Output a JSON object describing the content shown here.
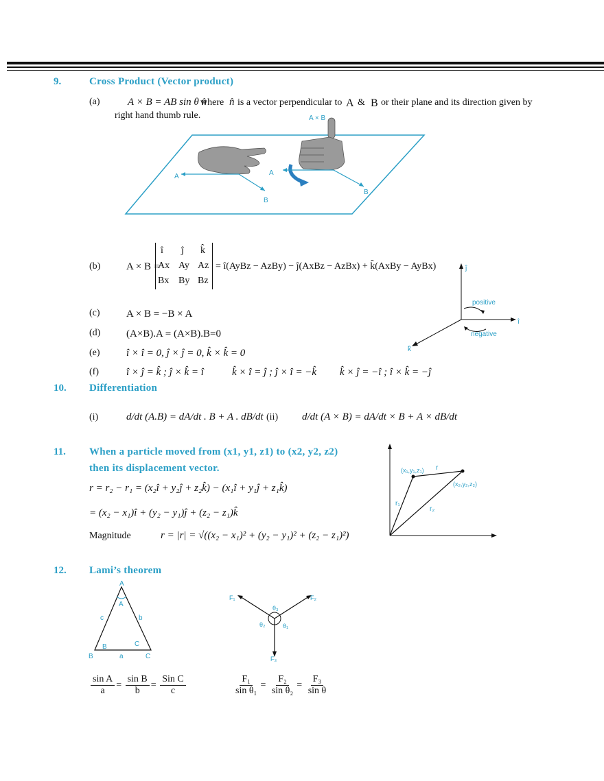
{
  "sections": {
    "s9": {
      "num": "9.",
      "title": "Cross Product (Vector product)"
    },
    "s10": {
      "num": "10.",
      "title": "Differentiation"
    },
    "s11": {
      "num": "11.",
      "title_line1": "When a particle moved from (x1, y1, z1) to (x2, y2, z2)",
      "title_line2": "then its displacement vector."
    },
    "s12": {
      "num": "12.",
      "title": "Lami’s theorem"
    }
  },
  "s9": {
    "a": {
      "label": "(a)",
      "formula": "A × B = AB sin θ n̂",
      "text1": "where",
      "nhat": "n̂",
      "text2": "is a vector perpendicular to",
      "A": "A",
      "amp": "&",
      "B": "B",
      "text3": "or their plane and its direction given by",
      "text4": "right hand thumb rule."
    },
    "fig": {
      "axb": "A × B",
      "A1": "A",
      "B1": "B",
      "A2": "A",
      "B2": "B"
    },
    "b": {
      "label": "(b)",
      "lhs": "A × B =",
      "row1": [
        "î",
        "ĵ",
        "k̂"
      ],
      "row2": [
        "Ax",
        "Ay",
        "Az"
      ],
      "row3": [
        "Bx",
        "By",
        "Bz"
      ],
      "rhs": "= î(AyBz − AzBy) − ĵ(AxBz − AzBx) + k̂(AxBy − AyBx)"
    },
    "c": {
      "label": "(c)",
      "formula": "A × B = −B × A"
    },
    "d": {
      "label": "(d)",
      "formula": "(A×B).A = (A×B).B=0"
    },
    "e": {
      "label": "(e)",
      "formula": "î × î = 0, ĵ × ĵ = 0, k̂ × k̂ = 0"
    },
    "f": {
      "label": "(f)",
      "f1": "î × ĵ = k̂ ; ĵ × k̂ = î",
      "f2": "k̂ × î = ĵ ; ĵ × î = −k̂",
      "f3": "k̂ × ĵ = −î ; î × k̂ = −ĵ"
    },
    "axes": {
      "j": "ĵ",
      "i": "î",
      "k": "k̂",
      "positive": "positive",
      "negative": "negative"
    }
  },
  "s10": {
    "i": {
      "label": "(i)",
      "formula": "d/dt (A.B) = dA/dt . B + A . dB/dt"
    },
    "ii": {
      "label": "(ii)",
      "formula": "d/dt (A × B) = dA/dt × B + A × dB/dt"
    }
  },
  "s11": {
    "eq1": "r = r₂ − r₁ = (x₂î + y₂ĵ + z₂k̂) − (x₁î + y₁ĵ + z₁k̂)",
    "eq2": "= (x₂ − x₁)î + (y₂ − y₁)ĵ + (z₂ − z₁)k̂",
    "mag_label": "Magnitude",
    "mag": "r = |r| = √((x₂ − x₁)² + (y₂ − y₁)² + (z₂ − z₁)²)",
    "fig": {
      "p1": "(x₁,y₁,z₁)",
      "r": "r",
      "p2": "(x₂,y₂,z₂)",
      "r1": "r₁",
      "r2": "r₂"
    }
  },
  "s12": {
    "tri": {
      "A": "A",
      "A_in": "A",
      "B": "B",
      "B_in": "B",
      "C": "C",
      "C_in": "C",
      "a": "a",
      "b": "b",
      "c": "c"
    },
    "forces": {
      "F1": "F₁",
      "F2": "F₂",
      "F3": "F₃",
      "t1": "θ₁",
      "t2": "θ₂",
      "t3": "θ₃"
    },
    "eq1": {
      "n1": "sin A",
      "d1": "a",
      "n2": "sin B",
      "d2": "b",
      "n3": "Sin C",
      "d3": "c"
    },
    "eq2": {
      "n1": "F₁",
      "d1": "sin θ₁",
      "n2": "F₂",
      "d2": "sin θ₂",
      "n3": "F₃",
      "d3": "sin θ"
    }
  },
  "colors": {
    "accent": "#2b9fc6",
    "ink": "#111111"
  }
}
